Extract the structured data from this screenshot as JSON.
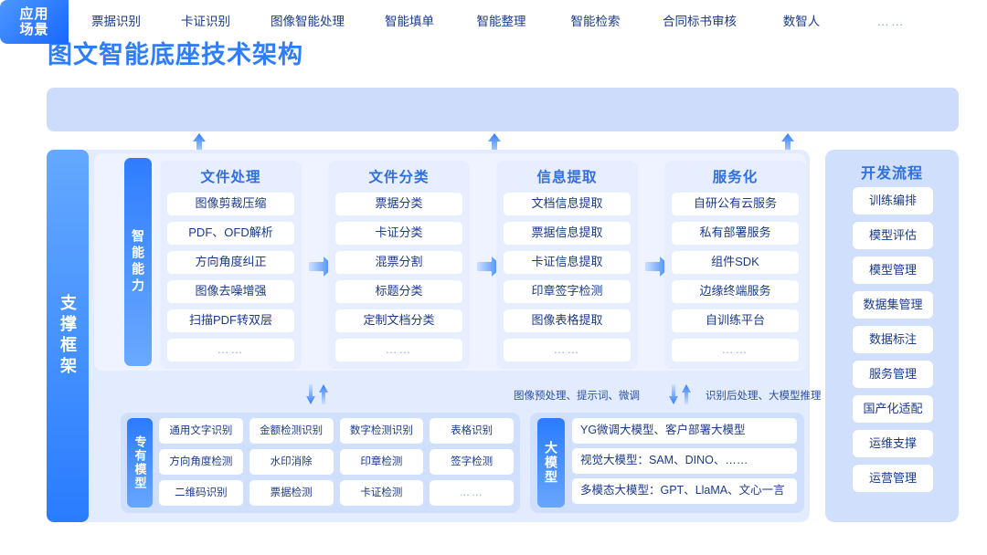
{
  "title": "图文智能底座技术架构",
  "colors": {
    "brand_blue": "#2f7dfb",
    "deep_blue": "#1b3a8c",
    "band_bg": "#cddcfb",
    "panel_bg": "#e3ecfe",
    "card_bg": "#ffffff"
  },
  "app_scene": {
    "label_line1": "应用",
    "label_line2": "场景",
    "items": [
      "票据识别",
      "卡证识别",
      "图像智能处理",
      "智能填单",
      "智能整理",
      "智能检索",
      "合同标书审核",
      "数智人",
      "……"
    ]
  },
  "support_framework": {
    "label": "支撑框架"
  },
  "ability": {
    "label": "智能能力",
    "columns": [
      {
        "title": "文件处理",
        "items": [
          "图像剪裁压缩",
          "PDF、OFD解析",
          "方向角度纠正",
          "图像去噪增强",
          "扫描PDF转双层",
          "……"
        ]
      },
      {
        "title": "文件分类",
        "items": [
          "票据分类",
          "卡证分类",
          "混票分割",
          "标题分类",
          "定制文档分类",
          "……"
        ]
      },
      {
        "title": "信息提取",
        "items": [
          "文档信息提取",
          "票据信息提取",
          "卡证信息提取",
          "印章签字检测",
          "图像表格提取",
          "……"
        ]
      },
      {
        "title": "服务化",
        "items": [
          "自研公有云服务",
          "私有部署服务",
          "组件SDK",
          "边缘终端服务",
          "自训练平台",
          "……"
        ]
      }
    ]
  },
  "mid_notes": {
    "left": "图像预处理、提示词、微调",
    "right": "识别后处理、大模型推理"
  },
  "proprietary_models": {
    "label": "专有模型",
    "items": [
      "通用文字识别",
      "金额检测识别",
      "数字检测识别",
      "表格识别",
      "方向角度检测",
      "水印消除",
      "印章检测",
      "签字检测",
      "二维码识别",
      "票据检测",
      "卡证检测",
      "……"
    ]
  },
  "big_models": {
    "label": "大模型",
    "items": [
      "YG微调大模型、客户部署大模型",
      "视觉大模型：SAM、DINO、……",
      "多模态大模型：GPT、LlaMA、文心一言"
    ]
  },
  "dev_flow": {
    "title": "开发流程",
    "items": [
      "训练编排",
      "模型评估",
      "模型管理",
      "数据集管理",
      "数据标注",
      "服务管理",
      "国产化适配",
      "运维支撑",
      "运营管理"
    ]
  }
}
